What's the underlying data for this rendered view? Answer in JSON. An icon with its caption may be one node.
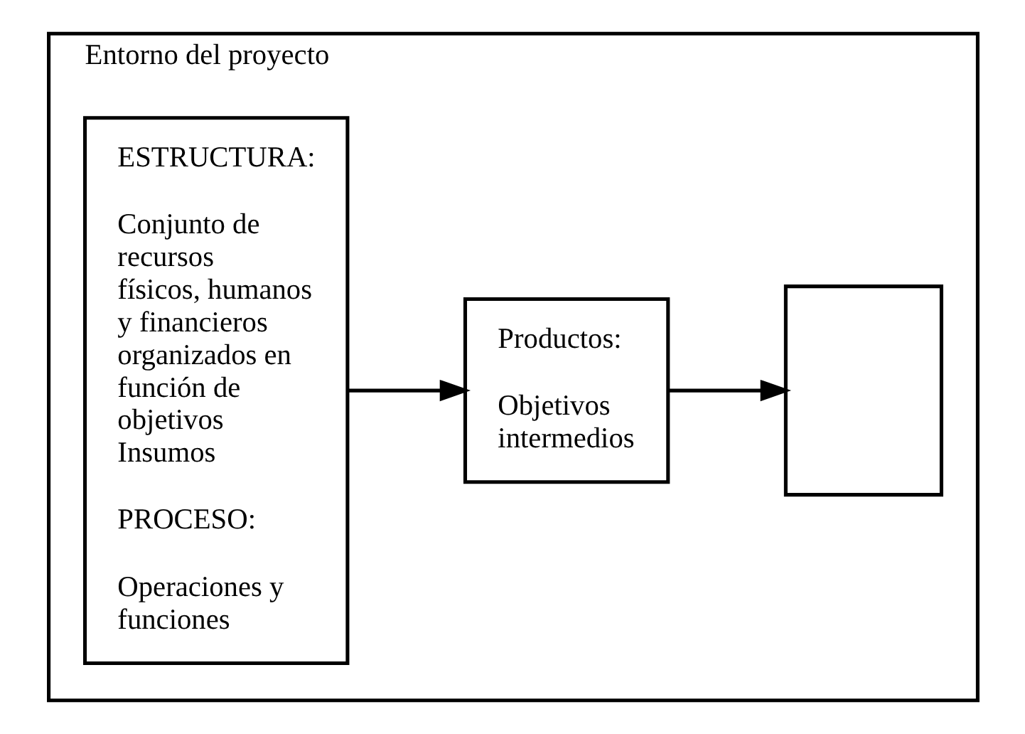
{
  "diagram": {
    "nodes": [
      {
        "text": [
          "Entorno del proyecto"
        ]
      },
      {
        "text": [
          "ESTRUCTURA:",
          "Conjunto de recursos físicos, humanos y financieros organizados en función de objetivos Insumos",
          "PROCESO:",
          "Operaciones y funciones"
        ],
        "in": 0
      },
      {
        "text": [
          "Productos:",
          "Objetivos intermedios"
        ],
        "in": 0
      },
      {
        "text": [],
        "shape": "box",
        "in": 0
      }
    ],
    "edges": [
      {
        "from": 1,
        "to": 2,
        "arrow": "to"
      },
      {
        "from": 2,
        "to": 3,
        "arrow": "to"
      }
    ]
  }
}
